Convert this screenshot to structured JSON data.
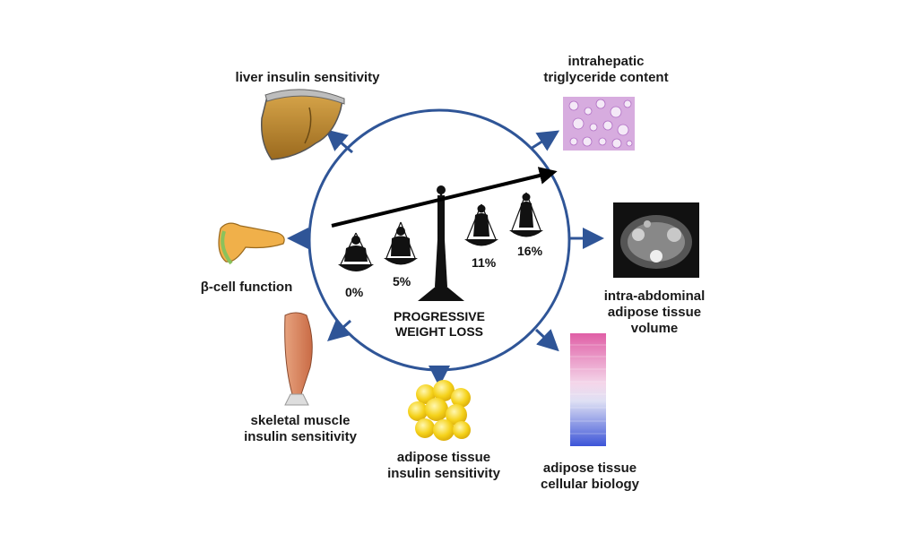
{
  "center": {
    "title_lines": [
      "PROGRESSIVE",
      "WEIGHT LOSS"
    ],
    "percent_labels": [
      "0%",
      "5%",
      "11%",
      "16%"
    ]
  },
  "outcomes": {
    "liver": {
      "lines": [
        "liver insulin sensitivity"
      ],
      "icon": "liver-icon"
    },
    "triglyceride": {
      "lines": [
        "intrahepatic",
        "triglyceride content"
      ],
      "icon": "histology-image"
    },
    "beta_cell": {
      "lines": [
        "β-cell function"
      ],
      "icon": "pancreas-icon"
    },
    "abdominal": {
      "lines": [
        "intra-abdominal",
        "adipose tissue",
        "volume"
      ],
      "icon": "ct-scan-image"
    },
    "muscle": {
      "lines": [
        "skeletal muscle",
        "insulin sensitivity"
      ],
      "icon": "leg-muscle-icon"
    },
    "adipose_sens": {
      "lines": [
        "adipose tissue",
        "insulin sensitivity"
      ],
      "icon": "fat-cell-cluster-icon"
    },
    "adipose_bio": {
      "lines": [
        "adipose tissue",
        "cellular biology"
      ],
      "icon": "heatmap-image"
    }
  },
  "colors": {
    "circle": "#2f5597",
    "arrow": "#2f5597",
    "silhouette": "#111111",
    "liver": "#b8862c",
    "fat": "#f5d21a",
    "histology": "#c993d6",
    "heatmap_top": "#e05fa6",
    "heatmap_bottom": "#3d55d8"
  }
}
